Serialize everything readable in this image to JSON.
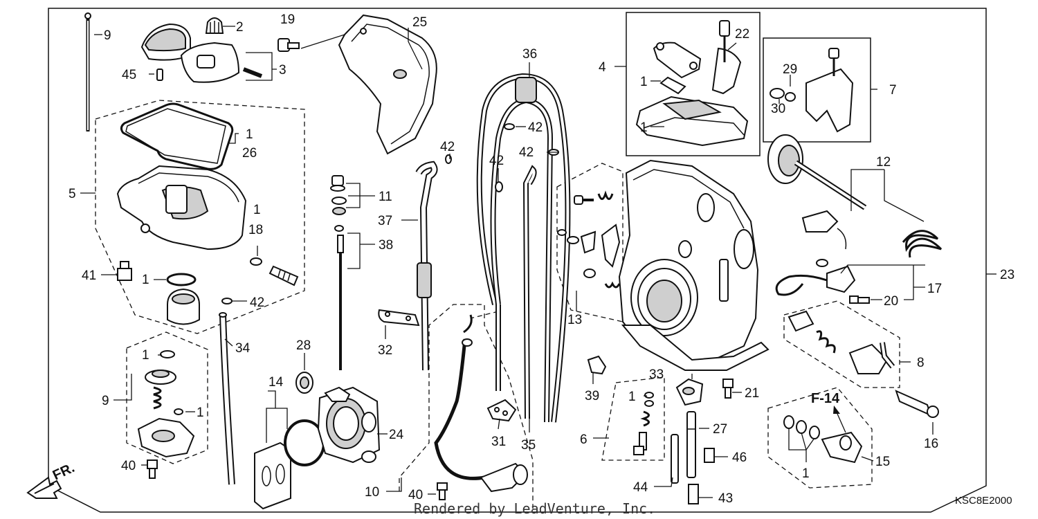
{
  "diagram": {
    "code": "KSC8E2000",
    "ref_label": "F-14",
    "direction_label": "FR.",
    "watermark": "Rendered by LeadVenture, Inc.",
    "callouts": {
      "c1a": "1",
      "c1b": "1",
      "c1c": "1",
      "c1d": "1",
      "c1e": "1",
      "c1f": "1",
      "c1g": "1",
      "c1h": "1",
      "c1i": "1",
      "c2": "2",
      "c3": "3",
      "c4": "4",
      "c5": "5",
      "c6": "6",
      "c7": "7",
      "c8": "8",
      "c9a": "9",
      "c9b": "9",
      "c10": "10",
      "c11": "11",
      "c12": "12",
      "c13": "13",
      "c14": "14",
      "c15": "15",
      "c16": "16",
      "c17": "17",
      "c18": "18",
      "c19": "19",
      "c20": "20",
      "c21": "21",
      "c22": "22",
      "c23": "23",
      "c24": "24",
      "c25": "25",
      "c26": "26",
      "c27": "27",
      "c28": "28",
      "c29": "29",
      "c30": "30",
      "c31": "31",
      "c32": "32",
      "c33": "33",
      "c34": "34",
      "c35": "35",
      "c36": "36",
      "c37": "37",
      "c38": "38",
      "c39": "39",
      "c40a": "40",
      "c40b": "40",
      "c41": "41",
      "c42a": "42",
      "c42b": "42",
      "c42c": "42",
      "c42d": "42",
      "c42e": "42",
      "c43": "43",
      "c44": "44",
      "c45": "45",
      "c46": "46"
    }
  }
}
